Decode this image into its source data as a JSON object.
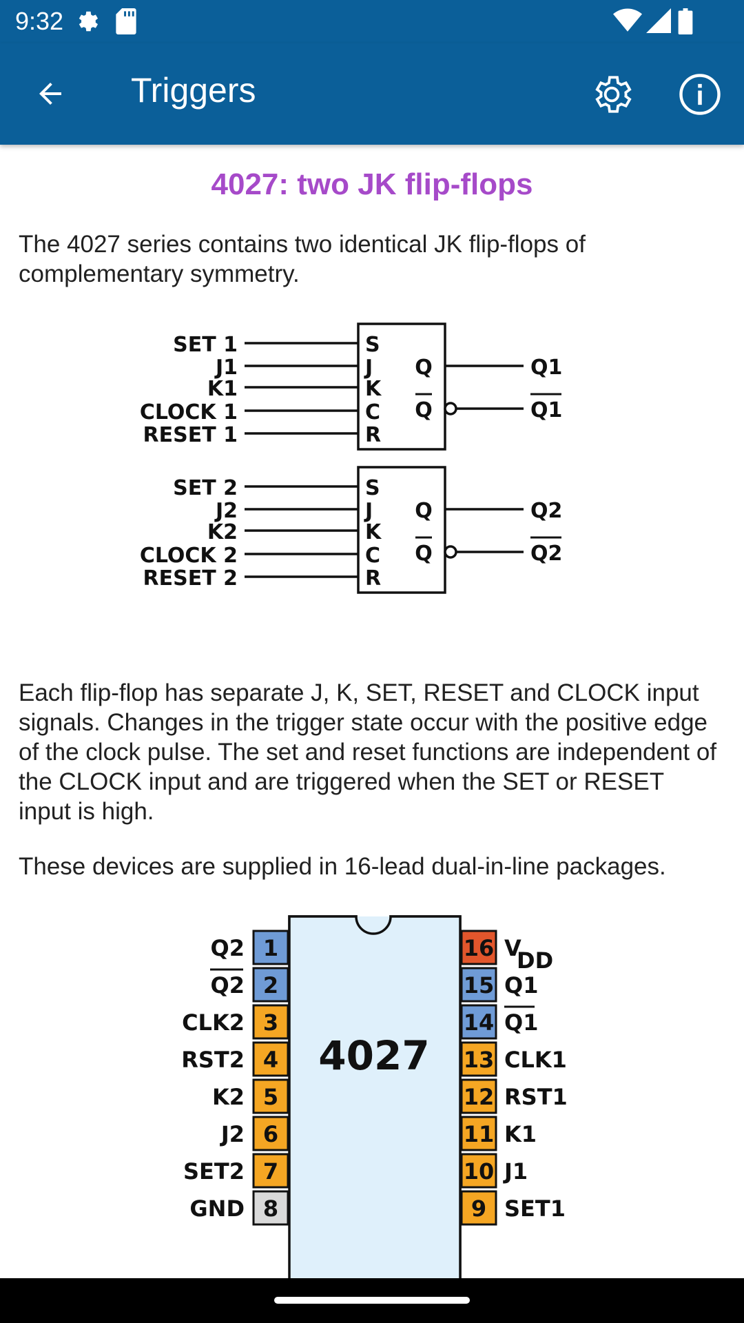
{
  "status_bar": {
    "time": "9:32",
    "left_icons": [
      "settings-gear-icon",
      "sd-card-icon"
    ],
    "right_icons": [
      "wifi-icon",
      "signal-icon",
      "battery-icon"
    ]
  },
  "app_bar": {
    "title": "Triggers",
    "back_icon": "arrow-back-icon",
    "settings_icon": "gear-icon",
    "info_icon": "info-icon",
    "background_color": "#0b5f99"
  },
  "article": {
    "heading": "4027: two JK flip-flops",
    "heading_color": "#a64ac9",
    "intro": "The 4027 series contains two identical JK flip-flops of complementary symmetry.",
    "description": "Each flip-flop has separate J, K, SET, RESET and CLOCK input signals. Changes in the trigger state occur with the positive edge of the clock pulse. The set and reset functions are independent of the CLOCK input and are triggered when the SET or RESET input is high.",
    "package_note": "These devices are supplied in 16-lead dual-in-line packages."
  },
  "flip_flop_diagram": {
    "blocks": [
      {
        "inputs": [
          "SET 1",
          "J1",
          "K1",
          "CLOCK 1",
          "RESET 1"
        ],
        "pins": [
          "S",
          "J",
          "K",
          "C",
          "R"
        ],
        "outputs_internal": [
          "Q",
          "Q"
        ],
        "outputs": [
          "Q1",
          "Q1"
        ]
      },
      {
        "inputs": [
          "SET 2",
          "J2",
          "K2",
          "CLOCK 2",
          "RESET 2"
        ],
        "pins": [
          "S",
          "J",
          "K",
          "C",
          "R"
        ],
        "outputs_internal": [
          "Q",
          "Q"
        ],
        "outputs": [
          "Q2",
          "Q2"
        ]
      }
    ]
  },
  "chip_pinout": {
    "chip_label": "4027",
    "left_pins": [
      {
        "num": "1",
        "label": "Q2",
        "color": "#6f9bd6"
      },
      {
        "num": "2",
        "label": "Q2",
        "color": "#6f9bd6"
      },
      {
        "num": "3",
        "label": "CLK2",
        "color": "#f5a623"
      },
      {
        "num": "4",
        "label": "RST2",
        "color": "#f5a623"
      },
      {
        "num": "5",
        "label": "K2",
        "color": "#f5a623"
      },
      {
        "num": "6",
        "label": "J2",
        "color": "#f5a623"
      },
      {
        "num": "7",
        "label": "SET2",
        "color": "#f5a623"
      },
      {
        "num": "8",
        "label": "GND",
        "color": "#d9d9d9"
      }
    ],
    "right_pins": [
      {
        "num": "16",
        "label": "V",
        "sub": "DD",
        "color": "#e2562c"
      },
      {
        "num": "15",
        "label": "Q1",
        "color": "#6f9bd6"
      },
      {
        "num": "14",
        "label": "Q1",
        "color": "#6f9bd6"
      },
      {
        "num": "13",
        "label": "CLK1",
        "color": "#f5a623"
      },
      {
        "num": "12",
        "label": "RST1",
        "color": "#f5a623"
      },
      {
        "num": "11",
        "label": "K1",
        "color": "#f5a623"
      },
      {
        "num": "10",
        "label": "J1",
        "color": "#f5a623"
      },
      {
        "num": "9",
        "label": "SET1",
        "color": "#f5a623"
      }
    ],
    "body_color": "#dff0fb"
  }
}
